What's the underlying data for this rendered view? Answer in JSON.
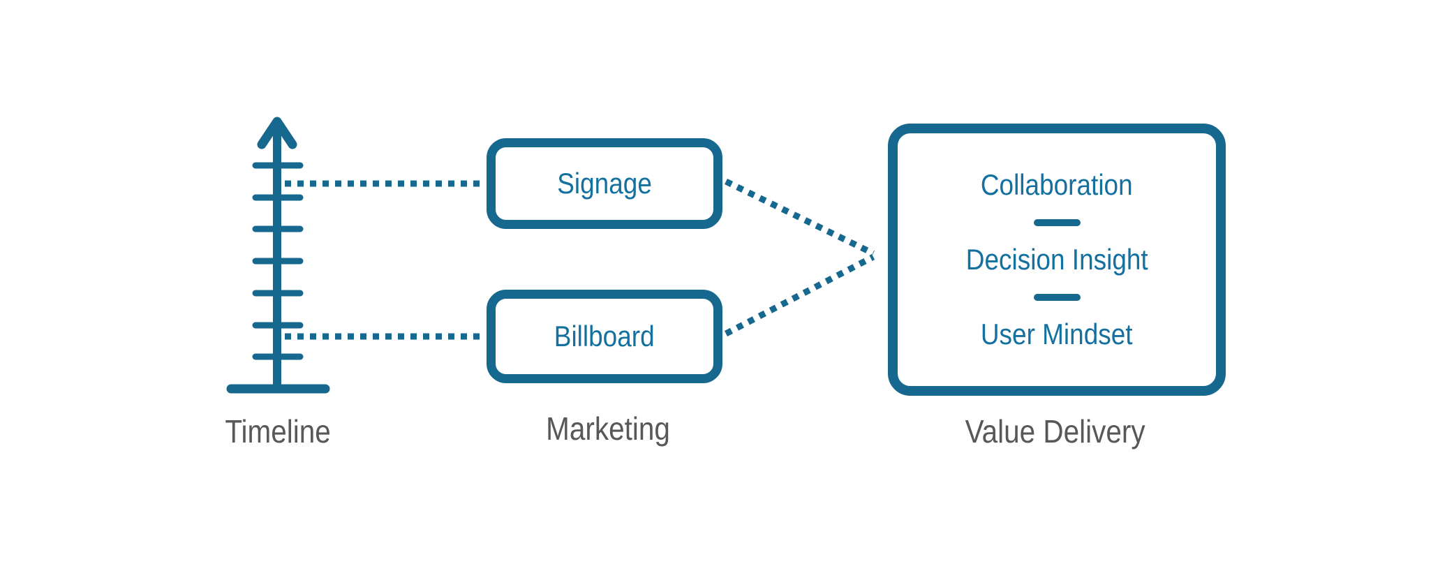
{
  "diagram": {
    "title": "Marketing timeline to value delivery diagram",
    "colors": {
      "shape_teal": "#17688F",
      "text_teal": "#14709F",
      "label_gray": "#57585A",
      "background": "#FFFFFF"
    },
    "axis": {
      "label": "Timeline",
      "tick_count": 7,
      "direction": "up"
    },
    "marketing": {
      "label": "Marketing",
      "items": [
        {
          "label": "Signage"
        },
        {
          "label": "Billboard"
        }
      ]
    },
    "value_delivery": {
      "label": "Value Delivery",
      "items": [
        {
          "label": "Collaboration"
        },
        {
          "label": "Decision Insight"
        },
        {
          "label": "User Mindset"
        }
      ]
    },
    "connectors": {
      "style": "dotted",
      "links": [
        "timeline-to-signage",
        "timeline-to-billboard",
        "signage-to-value-delivery",
        "billboard-to-value-delivery"
      ]
    }
  }
}
